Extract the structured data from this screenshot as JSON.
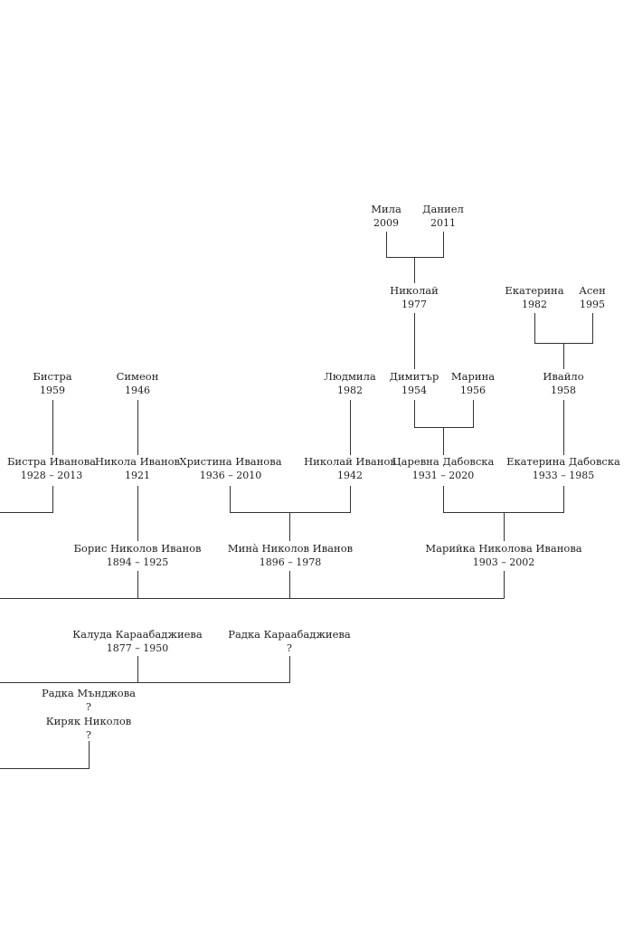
{
  "colors": {
    "line": "#333333",
    "text": "#222222",
    "background": "#ffffff"
  },
  "people": {
    "mila": {
      "name": "Мила",
      "years": "2009"
    },
    "daniel": {
      "name": "Даниел",
      "years": "2011"
    },
    "nikolai_1977": {
      "name": "Николай",
      "years": "1977"
    },
    "ekaterina_1982": {
      "name": "Екатерина",
      "years": "1982"
    },
    "asen": {
      "name": "Асен",
      "years": "1995"
    },
    "bistra_1959": {
      "name": "Бистра",
      "years": "1959"
    },
    "simeon": {
      "name": "Симеон",
      "years": "1946"
    },
    "lyudmila": {
      "name": "Людмила",
      "years": "1982"
    },
    "dimitar": {
      "name": "Димитър",
      "years": "1954"
    },
    "marina": {
      "name": "Марина",
      "years": "1956"
    },
    "ivailo": {
      "name": "Ивайло",
      "years": "1958"
    },
    "bistra_ivanova": {
      "name": "Бистра Иванова",
      "years": "1928 – 2013"
    },
    "nikola_ivanov": {
      "name": "Никола Иванов",
      "years": "1921"
    },
    "hristina_ivanova": {
      "name": "Христина Иванова",
      "years": "1936 – 2010"
    },
    "nikolai_ivanov": {
      "name": "Николай Иванов",
      "years": "1942"
    },
    "tsarevna_dabovska": {
      "name": "Царевна Дабовска",
      "years": "1931 – 2020"
    },
    "ekaterina_dabovska": {
      "name": "Екатерина Дабовска",
      "years": "1933 – 1985"
    },
    "boris": {
      "name": "Борис Николов Иванов",
      "years": "1894 – 1925"
    },
    "mina": {
      "name": "Минà Николов Иванов",
      "years": "1896 – 1978"
    },
    "mariika": {
      "name": "Марийка Николова Иванова",
      "years": "1903 – 2002"
    },
    "kaluda": {
      "name": "Калуда Караабаджиева",
      "years": "1877 – 1950"
    },
    "radka_k": {
      "name": "Радка Караабаджиева",
      "years": "?"
    },
    "radka_m": {
      "name": "Радка Мънджова",
      "years": "?"
    },
    "kiryak": {
      "name": "Киряк Николов",
      "years": "?"
    }
  }
}
